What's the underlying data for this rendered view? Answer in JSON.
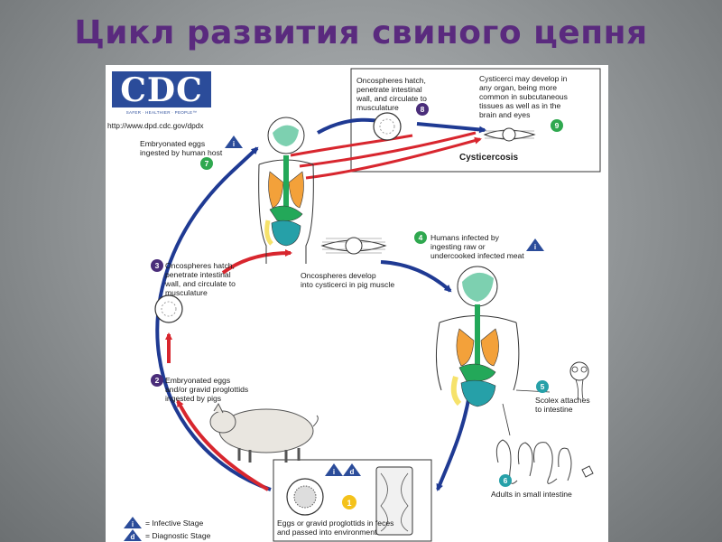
{
  "slide_title": "Цикл развития свиного цепня",
  "logo": {
    "text": "CDC",
    "tagline": "SAFER · HEALTHIER · PEOPLE™"
  },
  "source_url": "http://www.dpd.cdc.gov/dpdx",
  "steps": {
    "s1": {
      "number": "1",
      "text": [
        "Eggs or gravid proglottids in feces",
        "and passed into environment"
      ]
    },
    "s2": {
      "number": "2",
      "text": [
        "Embryonated eggs",
        "and/or gravid proglottids",
        "ingested by pigs"
      ]
    },
    "s3": {
      "number": "3",
      "text": [
        "Oncospheres hatch,",
        "penetrate intestinal",
        "wall, and circulate to",
        "musculature"
      ]
    },
    "s3b": {
      "text": [
        "Oncospheres develop",
        "into cysticerci in pig muscle"
      ]
    },
    "s4": {
      "number": "4",
      "text": [
        "Humans infected by",
        "ingesting raw or",
        "undercooked infected meat"
      ]
    },
    "s5": {
      "number": "5",
      "text": [
        "Scolex attaches",
        "to intestine"
      ]
    },
    "s6": {
      "number": "6",
      "text": [
        "Adults in small intestine"
      ]
    },
    "s7": {
      "number": "7",
      "text": [
        "Embryonated eggs",
        "ingested by human host"
      ]
    },
    "s8": {
      "number": "8",
      "text": [
        "Oncospheres hatch,",
        "penetrate intestinal",
        "wall, and circulate to",
        "musculature"
      ]
    },
    "s9": {
      "number": "9",
      "text": [
        "Cysticerci may develop in",
        "any organ, being more",
        "common in subcutaneous",
        "tissues as well as in the",
        "brain and eyes"
      ]
    }
  },
  "cysticercosis_label": "Cysticercosis",
  "legend": {
    "infective": {
      "symbol": "i",
      "label": "= Infective Stage"
    },
    "diagnostic": {
      "symbol": "d",
      "label": "= Diagnostic Stage"
    }
  },
  "colors": {
    "title": "#5a2a7e",
    "blue_arrow": "#1f3a93",
    "red_arrow": "#d8262e",
    "step_circle_purple": "#4a2d7a",
    "step_circle_green": "#2fa84f",
    "step_circle_yellow": "#f4c21b",
    "organ_orange": "#f3a13a",
    "organ_green": "#23a859",
    "organ_teal": "#26a0a8",
    "organ_yellow": "#f6e26b"
  }
}
